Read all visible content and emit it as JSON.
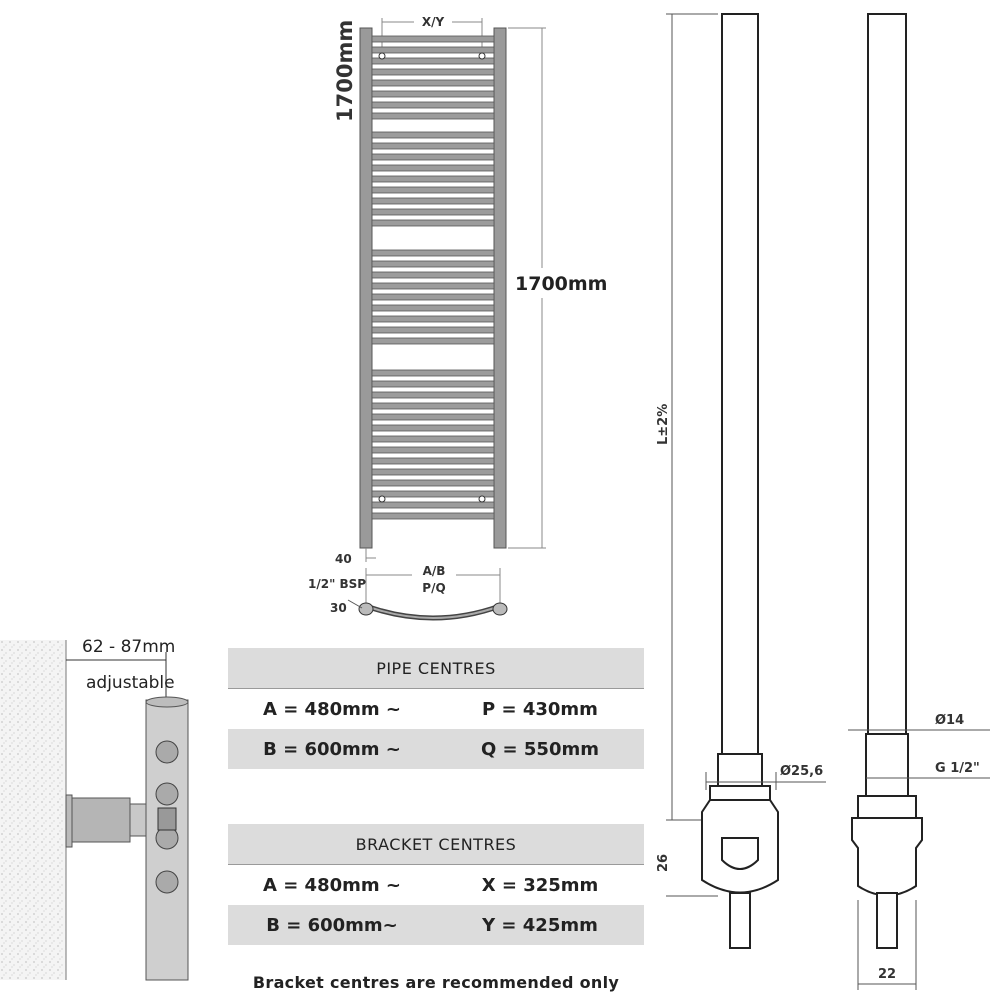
{
  "radiator": {
    "height_label_vertical": "1700mm",
    "height_label": "1700mm",
    "top_bracket_label": "X/Y",
    "bottom_offset_label": "40",
    "centres_label_1": "A/B",
    "centres_label_2": "P/Q",
    "bsp_label": "1/2\" BSP",
    "angle_label": "30"
  },
  "element": {
    "length_label": "L±2%",
    "dim_26": "26",
    "dim_14": "Ø14",
    "dim_25_6": "Ø25,6",
    "dim_thread": "G 1/2\"",
    "dim_22": "22"
  },
  "bracket_detail": {
    "range_label": "62 - 87mm",
    "adjustable_label": "adjustable"
  },
  "pipe_centres": {
    "title": "PIPE CENTRES",
    "rows": [
      {
        "left": "A = 480mm ~",
        "right": "P = 430mm"
      },
      {
        "left": "B = 600mm ~",
        "right": "Q = 550mm"
      }
    ]
  },
  "bracket_centres": {
    "title": "BRACKET  CENTRES",
    "rows": [
      {
        "left": "A = 480mm ~",
        "right": "X = 325mm"
      },
      {
        "left": "B = 600mm~",
        "right": "Y = 425mm"
      }
    ]
  },
  "footnote": "Bracket centres are recommended only"
}
